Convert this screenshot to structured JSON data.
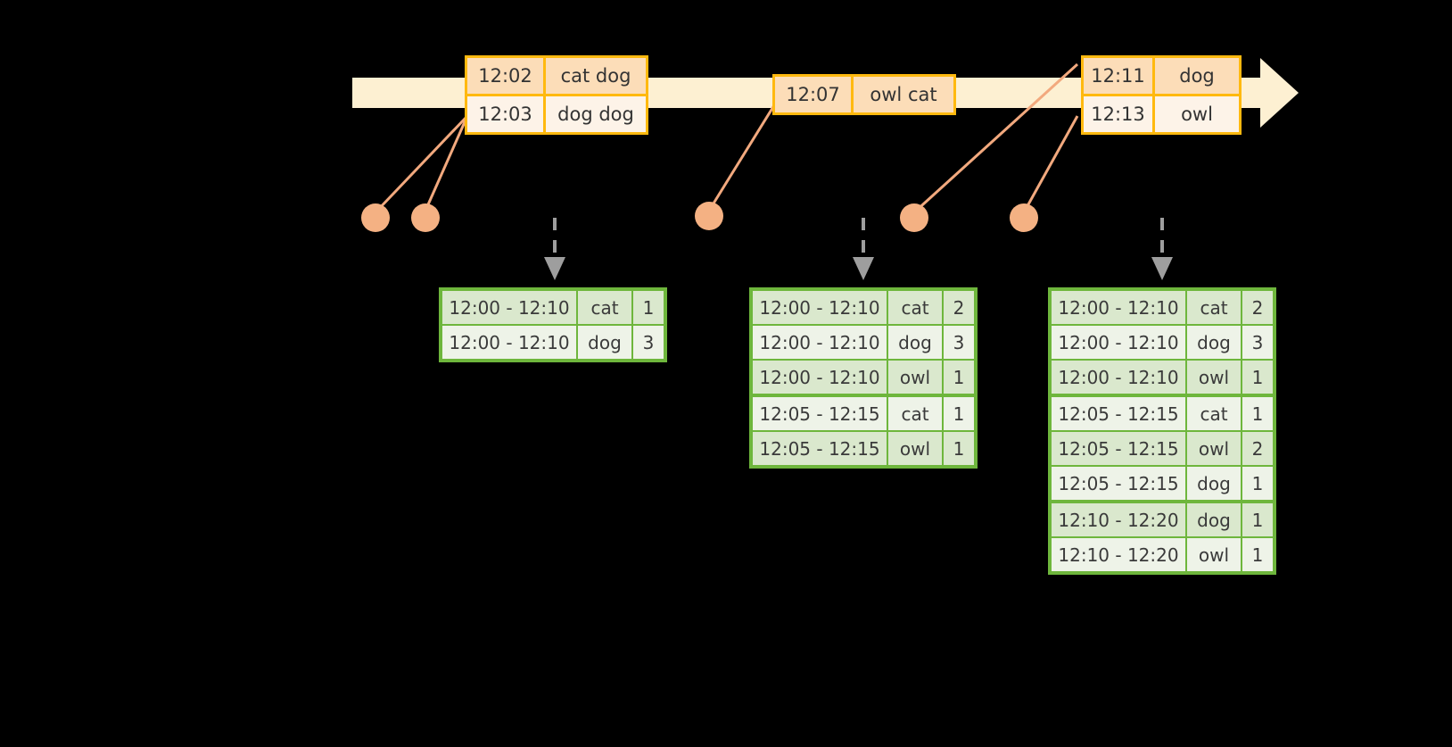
{
  "diagram": {
    "title": "session-window-word-count-timeline",
    "colors": {
      "background": "#000000",
      "timeline_fill": "#fdf0d2",
      "timeline_stroke": "#ffb90f",
      "event_box_border": "#ffb90f",
      "event_box_fill_top": "#fcddb8",
      "event_box_fill_bottom": "#fdf3e8",
      "connector_line": "#f2a97e",
      "connector_dot": "#f4b183",
      "arrow_gray": "#9e9e9e",
      "table_border": "#6eb63c",
      "table_row_dark": "#dae8cd",
      "table_row_light": "#eef3e8",
      "text": "#333333"
    }
  },
  "timeline": {
    "name": "event-timeline-arrow",
    "direction": "right"
  },
  "events": [
    {
      "group": "events-group-1",
      "rows": [
        {
          "time": "12:02",
          "words": "cat dog"
        },
        {
          "time": "12:03",
          "words": "dog dog"
        }
      ]
    },
    {
      "group": "events-group-2",
      "rows": [
        {
          "time": "12:07",
          "words": "owl cat"
        }
      ]
    },
    {
      "group": "events-group-3",
      "rows": [
        {
          "time": "12:11",
          "words": "dog"
        },
        {
          "time": "12:13",
          "words": "owl"
        }
      ]
    }
  ],
  "results": [
    {
      "name": "result-table-1",
      "rows": [
        {
          "range": "12:00 - 12:10",
          "word": "cat",
          "count": "1",
          "group": 0
        },
        {
          "range": "12:00 - 12:10",
          "word": "dog",
          "count": "3",
          "group": 0
        }
      ]
    },
    {
      "name": "result-table-2",
      "rows": [
        {
          "range": "12:00 - 12:10",
          "word": "cat",
          "count": "2",
          "group": 0
        },
        {
          "range": "12:00 - 12:10",
          "word": "dog",
          "count": "3",
          "group": 0
        },
        {
          "range": "12:00 - 12:10",
          "word": "owl",
          "count": "1",
          "group": 0
        },
        {
          "range": "12:05 - 12:15",
          "word": "cat",
          "count": "1",
          "group": 1
        },
        {
          "range": "12:05 - 12:15",
          "word": "owl",
          "count": "1",
          "group": 1
        }
      ]
    },
    {
      "name": "result-table-3",
      "rows": [
        {
          "range": "12:00 - 12:10",
          "word": "cat",
          "count": "2",
          "group": 0
        },
        {
          "range": "12:00 - 12:10",
          "word": "dog",
          "count": "3",
          "group": 0
        },
        {
          "range": "12:00 - 12:10",
          "word": "owl",
          "count": "1",
          "group": 0
        },
        {
          "range": "12:05 - 12:15",
          "word": "cat",
          "count": "1",
          "group": 1
        },
        {
          "range": "12:05 - 12:15",
          "word": "owl",
          "count": "2",
          "group": 1
        },
        {
          "range": "12:05 - 12:15",
          "word": "dog",
          "count": "1",
          "group": 1
        },
        {
          "range": "12:10 - 12:20",
          "word": "dog",
          "count": "1",
          "group": 2
        },
        {
          "range": "12:10 - 12:20",
          "word": "owl",
          "count": "1",
          "group": 2
        }
      ]
    }
  ]
}
